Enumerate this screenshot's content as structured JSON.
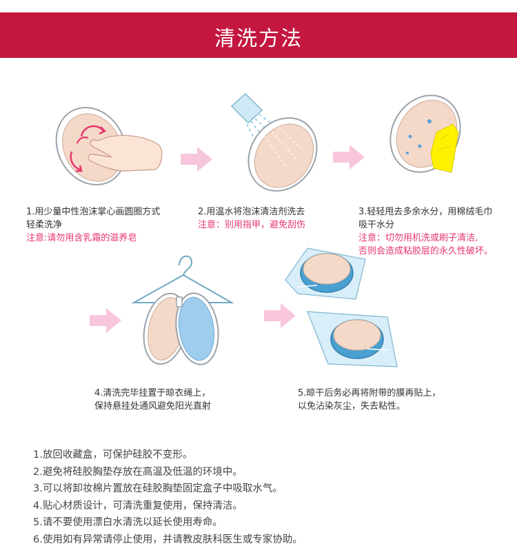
{
  "header": {
    "title": "清洗方法"
  },
  "colors": {
    "header_bg": "#c4173f",
    "note_text": "#e6356c",
    "arrow": "#f7c6dc"
  },
  "steps": [
    {
      "lines": [
        "1.用少量中性泡沫掌心画圆圈方式",
        "轻柔洗净"
      ],
      "note_lines": [
        "注意:请勿用含乳霜的滋养皂"
      ]
    },
    {
      "lines": [
        "2.用温水将泡沫清洁剂洗去"
      ],
      "note_lines": [
        "注意：别用指甲，避免刮伤"
      ]
    },
    {
      "lines": [
        "3.轻轻甩去多余水分，用棉绒毛巾",
        "吸干水分"
      ],
      "note_lines": [
        "注意：切勿用机洗或刷子清洁,",
        "否则会造成粘胶层的永久性破坏。"
      ]
    },
    {
      "lines": [
        "4.清洗完毕挂置于晾衣绳上，",
        "保持悬挂处通风避免阳光直射"
      ]
    },
    {
      "lines": [
        "5.晾干后务必再将附带的膜再贴上，",
        "以免沾染灰尘，失去粘性。"
      ]
    }
  ],
  "tips": [
    "1.放回收藏盒，可保护硅胶不变形。",
    "2.避免将硅胶胸垫存放在高温及低温的环境中。",
    "3.可以将卸妆棉片置放在硅胶胸垫固定盒子中吸取水气。",
    "4.贴心材质设计，可清洗重复使用，保持清洁。",
    "5.请不要使用漂白水清洗以延长使用寿命。",
    "6.使用如有异常请停止使用，并请教皮肤科医生或专家协助。"
  ]
}
